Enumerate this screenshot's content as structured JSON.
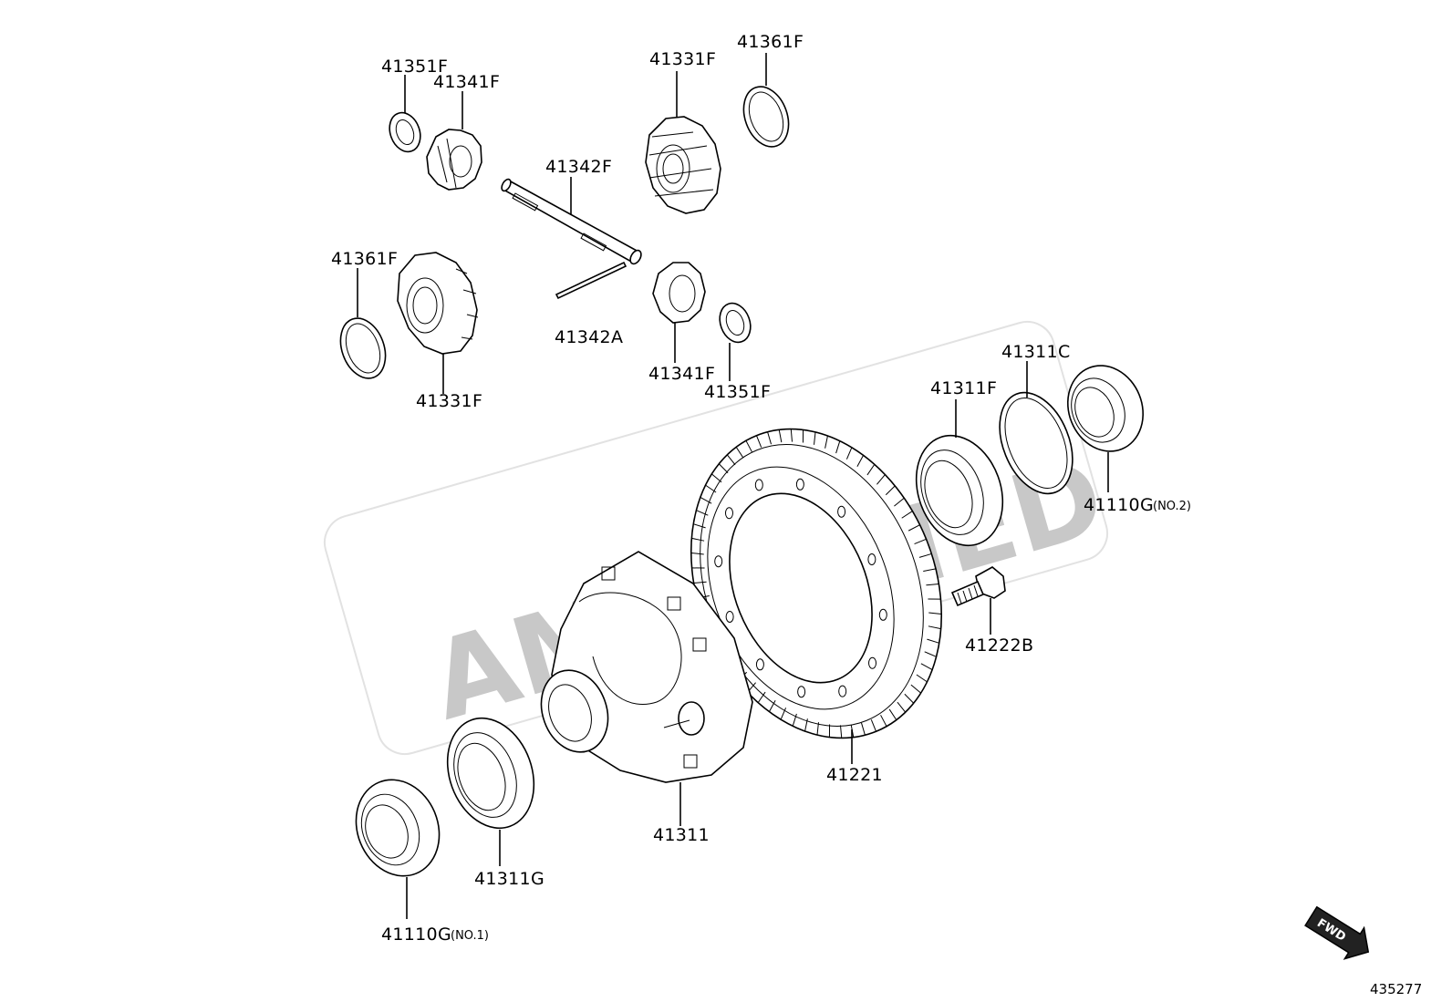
{
  "watermark": {
    "text": "AMSALLIED"
  },
  "fwd_badge": {
    "text": "FWD"
  },
  "diagram_number": "435277",
  "labels": {
    "p41351F_top": "41351F",
    "p41341F_top": "41341F",
    "p41331F_top": "41331F",
    "p41361F_top": "41361F",
    "p41342F": "41342F",
    "p41361F_left": "41361F",
    "p41342A": "41342A",
    "p41331F_left": "41331F",
    "p41341F_bottom": "41341F",
    "p41351F_bottom": "41351F",
    "p41311C": "41311C",
    "p41311F": "41311F",
    "p41110G_no2": "41110G",
    "p41110G_no2_suffix": "(NO.2)",
    "p41222B": "41222B",
    "p41221": "41221",
    "p41311": "41311",
    "p41311G": "41311G",
    "p41110G_no1": "41110G",
    "p41110G_no1_suffix": "(NO.1)"
  }
}
